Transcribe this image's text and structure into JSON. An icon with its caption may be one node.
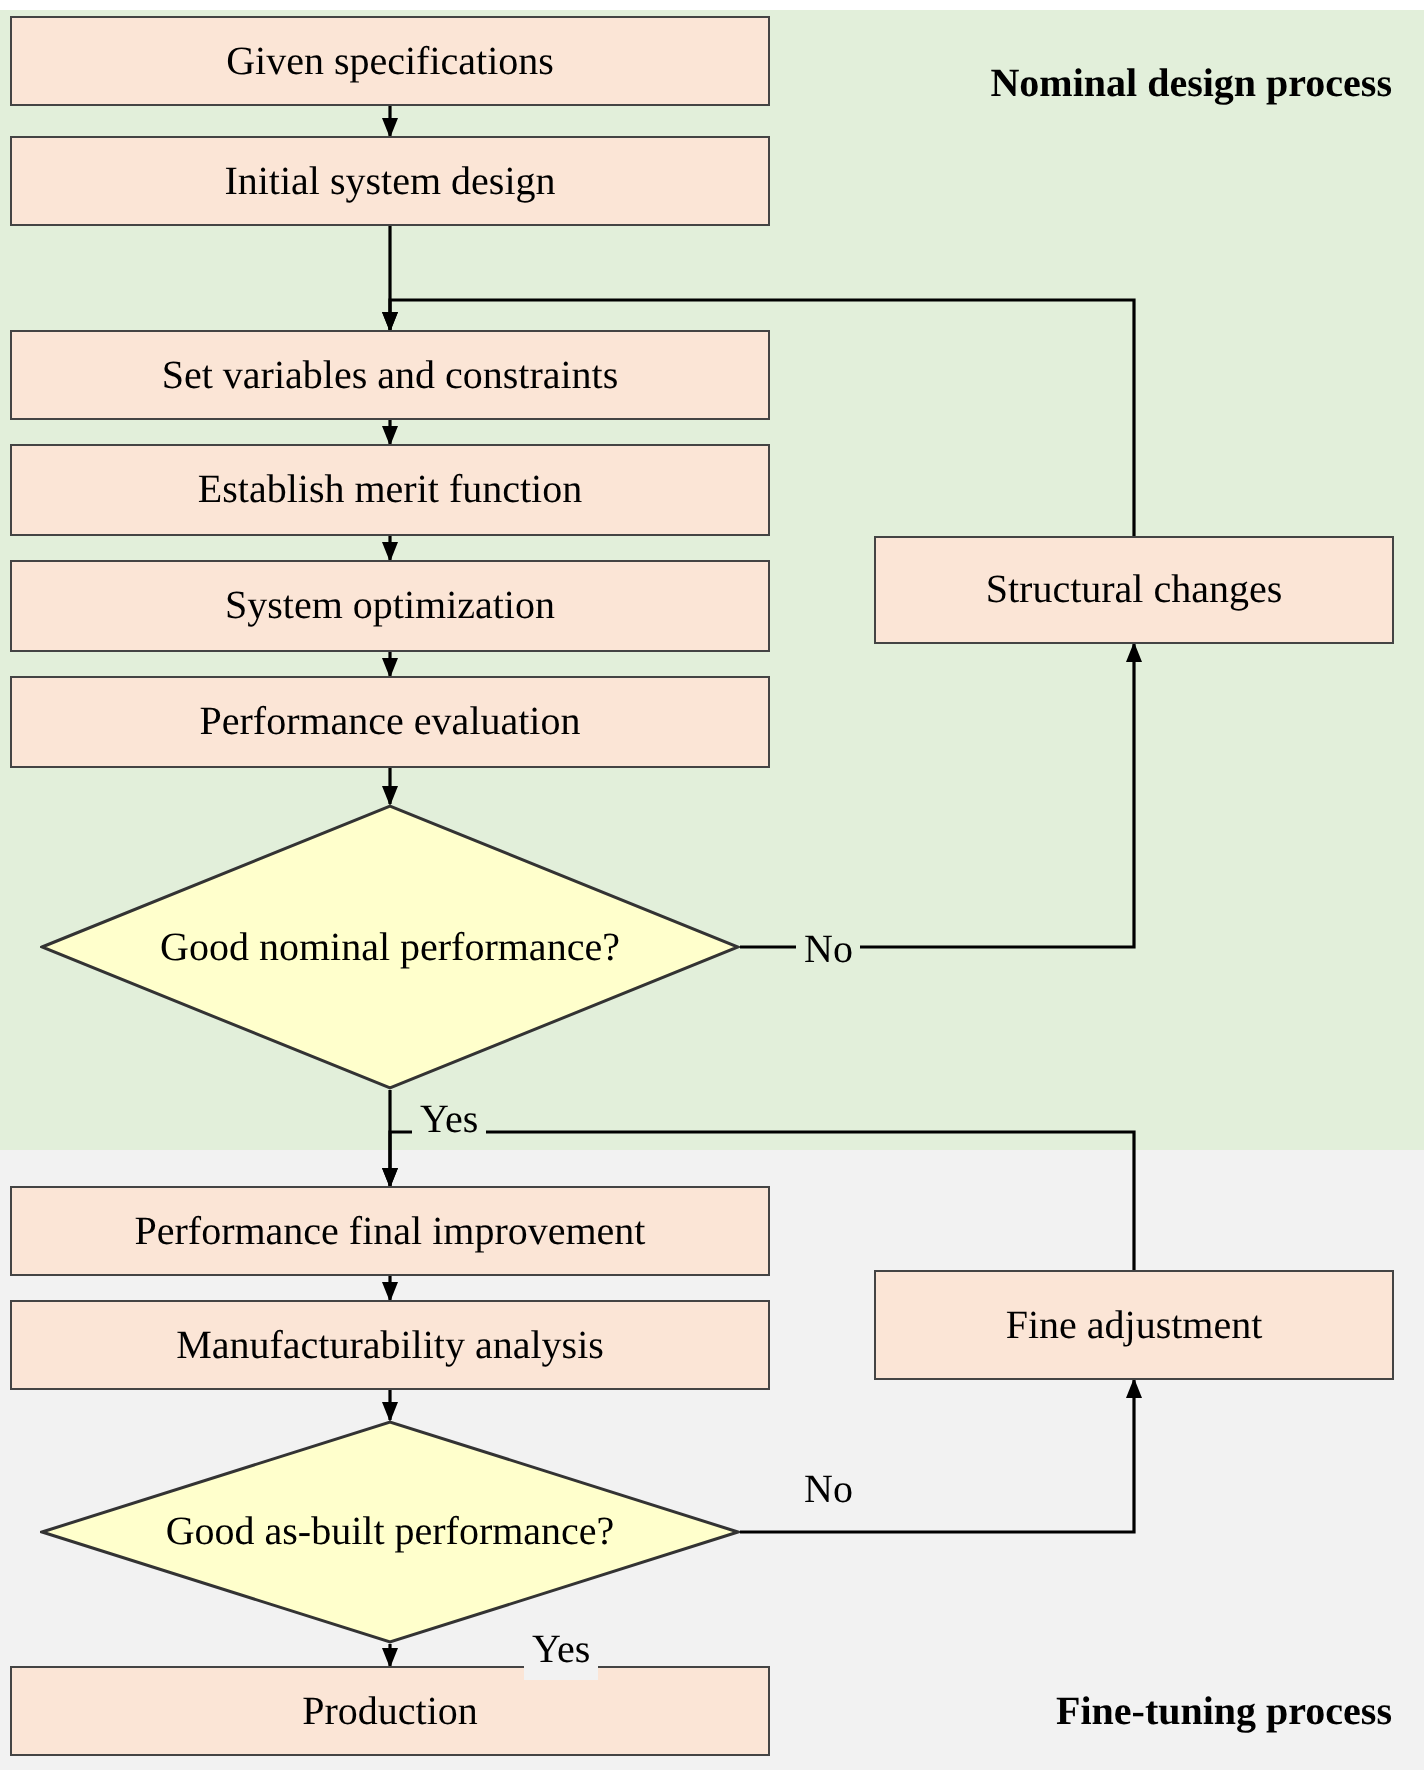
{
  "diagram": {
    "nodes": [
      {
        "text": [
          "Nominal design process"
        ]
      },
      {
        "text": [
          "Given specifications"
        ],
        "in": 0
      },
      {
        "text": [
          "Initial system design"
        ],
        "in": 0
      },
      {
        "text": [
          "Set variables and constraints"
        ],
        "in": 0
      },
      {
        "text": [
          "Establish merit function"
        ],
        "in": 0
      },
      {
        "text": [
          "System optimization"
        ],
        "in": 0
      },
      {
        "text": [
          "Performance evaluation"
        ],
        "in": 0
      },
      {
        "text": [
          "Good nominal performance?"
        ],
        "in": 0
      },
      {
        "text": [
          "Structural changes"
        ],
        "in": 0
      },
      {
        "text": [
          "Fine-tuning process"
        ]
      },
      {
        "text": [
          "Performance final improvement"
        ],
        "in": 9
      },
      {
        "text": [
          "Manufacturability analysis"
        ],
        "in": 9
      },
      {
        "text": [
          "Good as-built performance?"
        ],
        "in": 9
      },
      {
        "text": [
          "Fine adjustment"
        ],
        "in": 9
      },
      {
        "text": [
          "Production"
        ],
        "in": 9
      }
    ],
    "edges": [
      {
        "from": 1,
        "to": 2,
        "arrow": "to"
      },
      {
        "from": 2,
        "to": 3,
        "arrow": "to"
      },
      {
        "from": 3,
        "to": 4,
        "arrow": "to"
      },
      {
        "from": 4,
        "to": 5,
        "arrow": "to"
      },
      {
        "from": 5,
        "to": 6,
        "arrow": "to"
      },
      {
        "from": 6,
        "to": 7,
        "arrow": "to"
      },
      {
        "from": 7,
        "to": 8,
        "arrow": "to",
        "label": "No"
      },
      {
        "from": 8,
        "to": 3,
        "arrow": "to"
      },
      {
        "from": 7,
        "to": 10,
        "arrow": "to",
        "label": "Yes"
      },
      {
        "from": 10,
        "to": 11,
        "arrow": "to"
      },
      {
        "from": 11,
        "to": 12,
        "arrow": "to"
      },
      {
        "from": 12,
        "to": 13,
        "arrow": "to",
        "label": "No"
      },
      {
        "from": 13,
        "to": 10,
        "arrow": "to"
      },
      {
        "from": 12,
        "to": 14,
        "arrow": "to",
        "label": "Yes"
      }
    ]
  }
}
